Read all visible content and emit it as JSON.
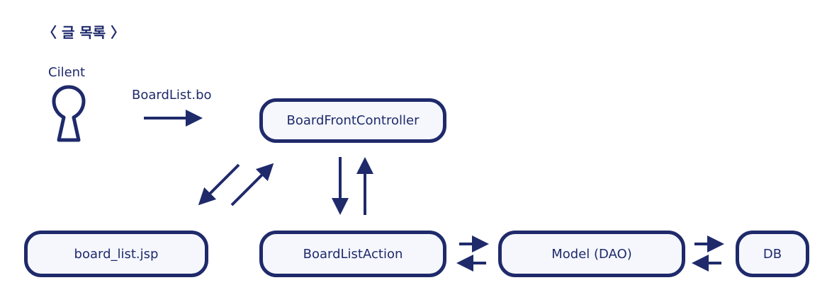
{
  "title": "〈 글 목록 〉",
  "client": {
    "label": "Cilent",
    "icon": "keyhole-icon"
  },
  "request": {
    "label": "BoardList.bo"
  },
  "nodes": {
    "controller": "BoardFrontController",
    "jsp": "board_list.jsp",
    "action": "BoardListAction",
    "model": "Model (DAO)",
    "db": "DB"
  },
  "colors": {
    "primary": "#1f2a6b",
    "box_fill": "#f5f7fd"
  }
}
